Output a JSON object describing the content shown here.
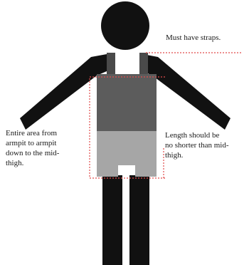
{
  "annotations": {
    "straps": "Must have straps.",
    "area": "Entire area from\narmpit to armpit\ndown to the mid-\nthigh.",
    "length": "Length should be\nno shorter than mid-\nthigh."
  },
  "colors": {
    "body": "#111111",
    "top": "#5c5c5c",
    "bottoms": "#a6a6a6",
    "strap": "#4a4a4a",
    "guide": "#e14b4b"
  }
}
